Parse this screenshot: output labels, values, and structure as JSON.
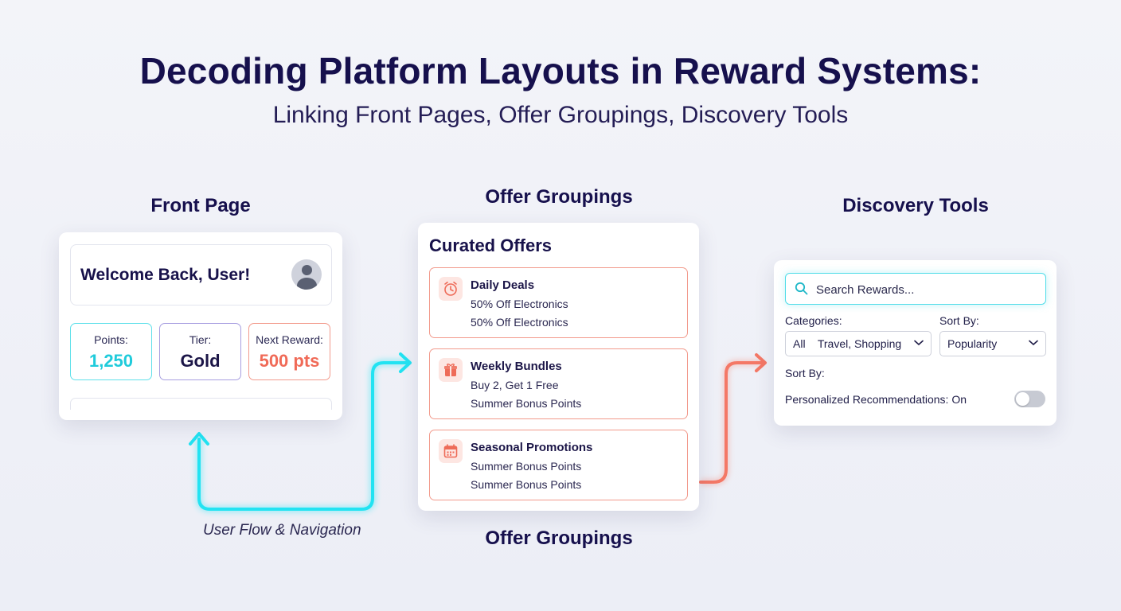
{
  "title": "Decoding Platform Layouts in Reward Systems:",
  "subtitle": "Linking Front Pages, Offer Groupings, Discovery Tools",
  "colors": {
    "cyan": "#22e3f2",
    "coral": "#f47866",
    "navy": "#16104d",
    "purple": "#8a80cf"
  },
  "front_page": {
    "label": "Front Page",
    "welcome": "Welcome Back, User!",
    "avatar_icon": "user-avatar-icon",
    "stats": [
      {
        "label": "Points:",
        "value": "1,250"
      },
      {
        "label": "Tier:",
        "value": "Gold"
      },
      {
        "label": "Next Reward:",
        "value": "500 pts"
      }
    ]
  },
  "offer_groupings": {
    "label_top": "Offer Groupings",
    "label_bottom": "Offer Groupings",
    "heading": "Curated Offers",
    "offers": [
      {
        "title": "Daily Deals",
        "line1": "50% Off Electronics",
        "line2": "50% Off Electronics",
        "icon": "alarm-clock-icon"
      },
      {
        "title": "Weekly Bundles",
        "line1": "Buy 2, Get 1 Free",
        "line2": "Summer Bonus Points",
        "icon": "gift-box-icon"
      },
      {
        "title": "Seasonal Promotions",
        "line1": "Summer Bonus Points",
        "line2": "Summer Bonus Points",
        "icon": "calendar-icon"
      }
    ]
  },
  "discovery_tools": {
    "label": "Discovery Tools",
    "search_placeholder": "Search Rewards...",
    "categories_label": "Categories:",
    "categories_value": "All    Travel, Shopping",
    "sort_label": "Sort By:",
    "sort_value": "Popularity",
    "sort_label_2": "Sort By:",
    "personalized_label": "Personalized Recommendations: On"
  },
  "flow_caption": "User Flow & Navigation"
}
